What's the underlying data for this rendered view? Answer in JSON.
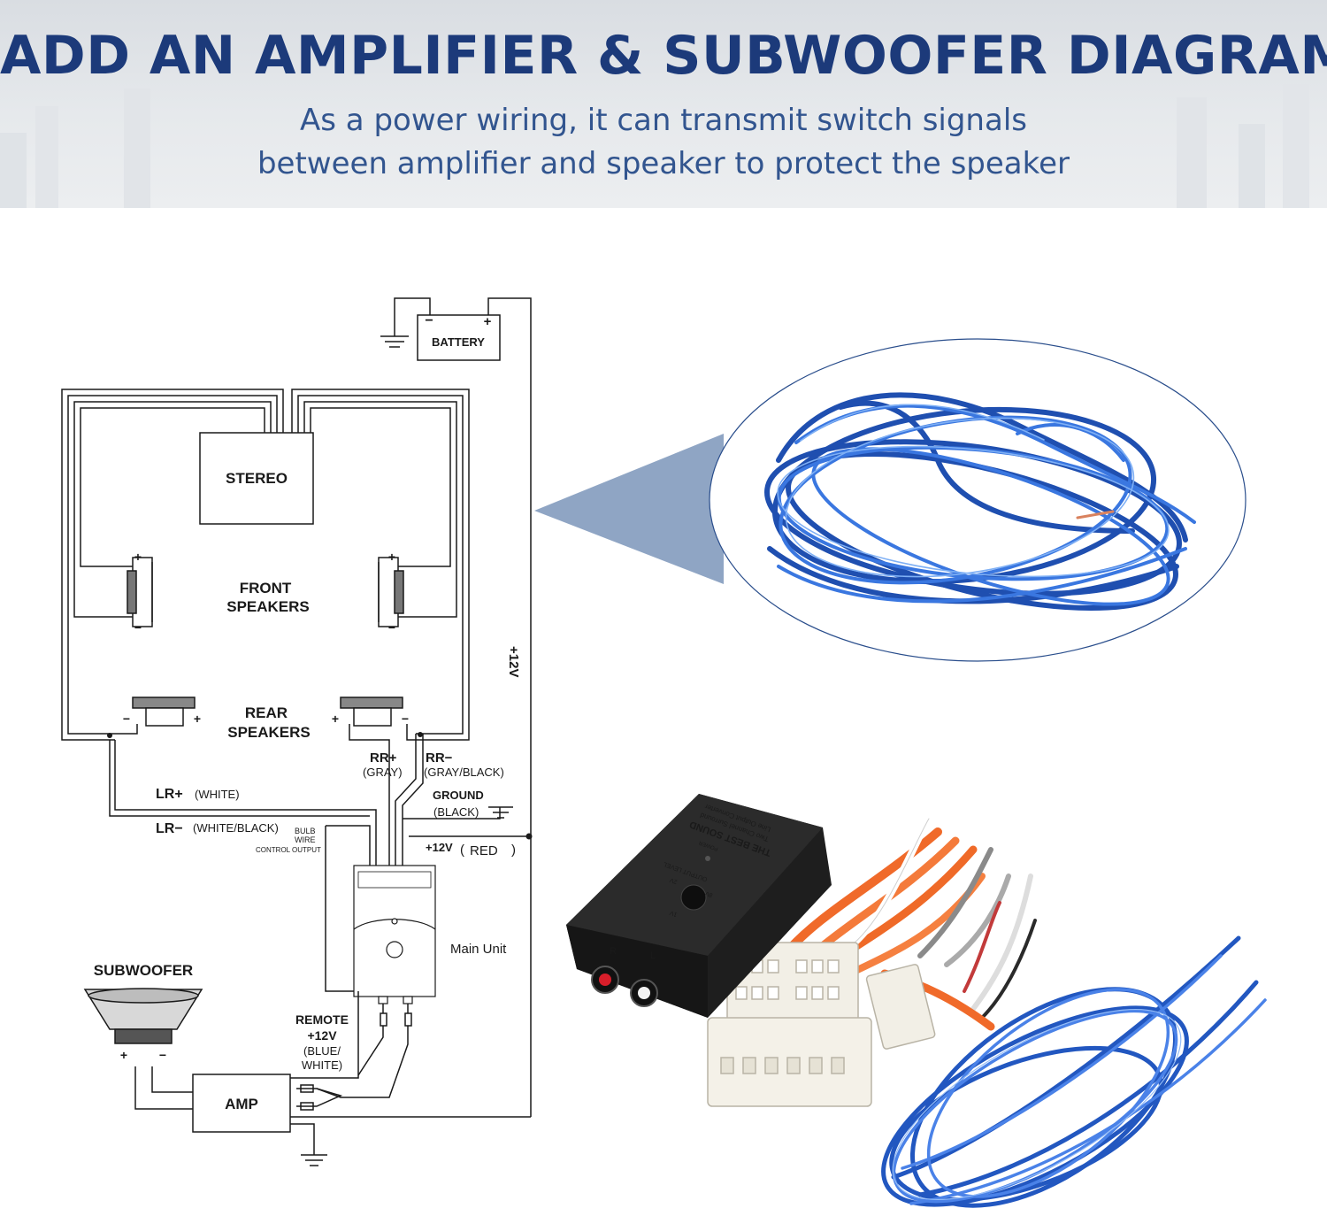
{
  "header": {
    "title": "ADD AN AMPLIFIER & SUBWOOFER DIAGRAM",
    "subtitle_line1": "As a power wiring, it can transmit switch signals",
    "subtitle_line2": "between amplifier and speaker to protect the speaker"
  },
  "diagram": {
    "battery": "BATTERY",
    "battery_minus": "−",
    "battery_plus": "+",
    "stereo": "STEREO",
    "front_speakers_1": "FRONT",
    "front_speakers_2": "SPEAKERS",
    "rear_speakers_1": "REAR",
    "rear_speakers_2": "SPEAKERS",
    "plus_12v_vertical": "+12V",
    "rr_plus": "RR+",
    "rr_plus_color": "(GRAY)",
    "rr_minus": "RR−",
    "rr_minus_color": "(GRAY/BLACK)",
    "lr_plus": "LR+",
    "lr_plus_color": "(WHITE)",
    "lr_minus": "LR−",
    "lr_minus_color": "(WHITE/BLACK)",
    "ground": "GROUND",
    "ground_color": "(BLACK)",
    "bulb_wire_1": "BULB",
    "bulb_wire_2": "WIRE",
    "control_output": "CONTROL OUTPUT",
    "plus_12v_red": "+12V",
    "red_label": "RED",
    "main_unit": "Main Unit",
    "subwoofer": "SUBWOOFER",
    "amp": "AMP",
    "remote_1": "REMOTE",
    "remote_2": "+12V",
    "remote_3": "(BLUE/",
    "remote_4": "WHITE)",
    "sign_plus": "+",
    "sign_minus": "−",
    "device_line1": "THE BEST SOUND",
    "device_line2": "Two Channel Surround",
    "device_line3": "Line Output Converter",
    "power_label": "POWER",
    "output_level": "OUTPUT LEVEL",
    "level_1v": "1V",
    "level_2v": "2V",
    "level_8v": "8V",
    "port_r": "R",
    "port_l": "L"
  },
  "colors": {
    "title": "#1c3a7a",
    "subtitle": "#32558f",
    "callout": "#8fa5c4",
    "wire_blue": "#2e63c4",
    "wire_orange": "#f06a2a",
    "device_body": "#242424",
    "connector": "#f2efe6"
  }
}
